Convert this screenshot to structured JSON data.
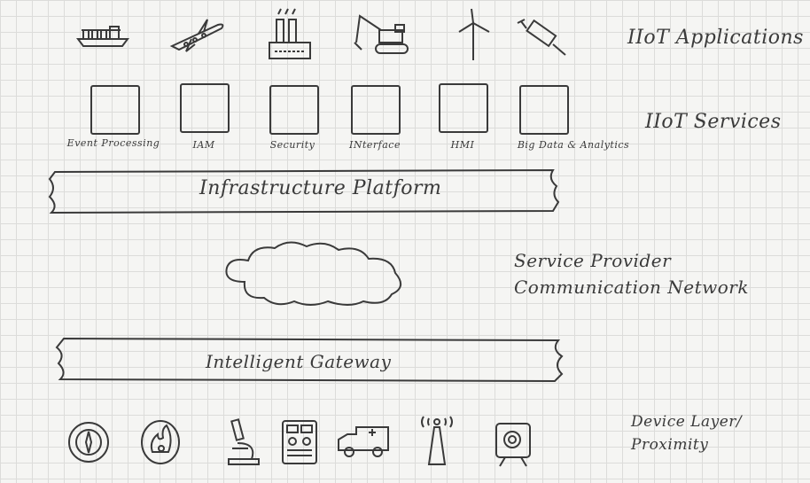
{
  "layers": {
    "applications": "IIoT Applications",
    "services": "IIoT Services",
    "platform": "Infrastructure Platform",
    "network_line1": "Service Provider",
    "network_line2": "Communication Network",
    "gateway": "Intelligent Gateway",
    "device_line1": "Device Layer/",
    "device_line2": "Proximity"
  },
  "services": [
    {
      "label": "Event Processing"
    },
    {
      "label": "IAM"
    },
    {
      "label": "Security"
    },
    {
      "label": "INterface"
    },
    {
      "label": "HMI"
    },
    {
      "label": "Big Data & Analytics"
    }
  ],
  "application_icons": [
    "ship-icon",
    "airplane-icon",
    "factory-icon",
    "excavator-icon",
    "wind-turbine-icon",
    "syringe-icon"
  ],
  "device_icons": [
    "compass-icon",
    "fire-alarm-icon",
    "microscope-icon",
    "control-panel-icon",
    "ambulance-icon",
    "antenna-tower-icon",
    "camera-icon"
  ],
  "colors": {
    "ink": "#3a3a3a",
    "grid": "#dcdcda",
    "paper": "#f5f5f3"
  }
}
